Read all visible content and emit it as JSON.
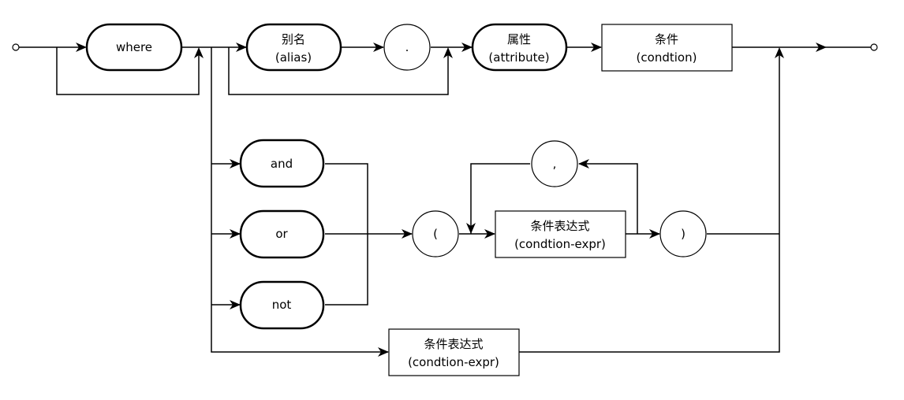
{
  "nodes": {
    "where": "where",
    "alias_cn": "别名",
    "alias_en": "(alias)",
    "dot": ".",
    "attr_cn": "属性",
    "attr_en": "(attribute)",
    "cond_cn": "条件",
    "cond_en": "(condtion)",
    "and": "and",
    "or": "or",
    "not": "not",
    "lparen": "(",
    "comma": ",",
    "expr_cn": "条件表达式",
    "expr_en": "(condtion-expr)",
    "rparen": ")",
    "expr2_cn": "条件表达式",
    "expr2_en": "(condtion-expr)"
  }
}
